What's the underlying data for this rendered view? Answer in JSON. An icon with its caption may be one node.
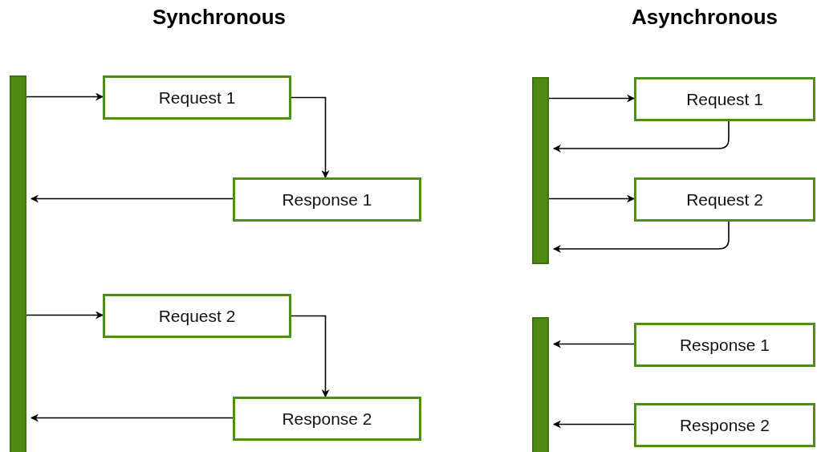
{
  "diagram": {
    "nodes": [
      {
        "text": [],
        "shape": "bar"
      },
      {
        "text": [
          "Request 1"
        ]
      },
      {
        "text": [
          "Response 1"
        ]
      },
      {
        "text": [
          "Request 2"
        ]
      },
      {
        "text": [
          "Response 2"
        ]
      },
      {
        "text": [],
        "shape": "bar"
      },
      {
        "text": [
          "Request 1"
        ]
      },
      {
        "text": [
          "Request 2"
        ]
      },
      {
        "text": [],
        "shape": "bar"
      },
      {
        "text": [
          "Response 1"
        ]
      },
      {
        "text": [
          "Response 2"
        ]
      }
    ],
    "edges": [
      {
        "from": 0,
        "to": 1,
        "arrow": "to"
      },
      {
        "from": 1,
        "to": 2,
        "arrow": "to"
      },
      {
        "from": 2,
        "to": 0,
        "arrow": "to"
      },
      {
        "from": 0,
        "to": 3,
        "arrow": "to"
      },
      {
        "from": 3,
        "to": 4,
        "arrow": "to"
      },
      {
        "from": 4,
        "to": 0,
        "arrow": "to"
      },
      {
        "from": 5,
        "to": 6,
        "arrow": "to"
      },
      {
        "from": 6,
        "to": 5,
        "arrow": "to"
      },
      {
        "from": 5,
        "to": 7,
        "arrow": "to"
      },
      {
        "from": 7,
        "to": 5,
        "arrow": "to"
      },
      {
        "from": 9,
        "to": 8,
        "arrow": "to"
      },
      {
        "from": 10,
        "to": 8,
        "arrow": "to"
      }
    ],
    "labels": [
      "Synchronous",
      "Asynchronous"
    ]
  }
}
